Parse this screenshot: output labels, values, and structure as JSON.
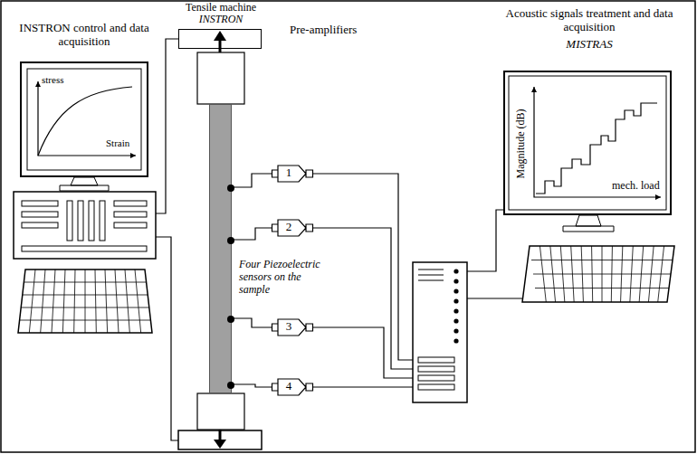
{
  "diagram": {
    "nodes": [
      {
        "text": [
          "INSTRON control and data acquisition",
          "stress",
          "Strain"
        ]
      },
      {
        "text": [
          "Tensile machine",
          "INSTRON"
        ]
      },
      {
        "text": [
          "Four Piezoelectric sensors on the sample"
        ]
      },
      {
        "text": [
          "1"
        ]
      },
      {
        "text": [
          "2"
        ]
      },
      {
        "text": [
          "3"
        ]
      },
      {
        "text": [
          "4"
        ]
      },
      {
        "text": [
          "Acoustic signals treatment and data acquisition",
          "MISTRAS",
          "Magnitude (dB)",
          "mech. load"
        ]
      }
    ],
    "edges": [
      {
        "from": 2,
        "to": 3,
        "arrow": "none"
      },
      {
        "from": 2,
        "to": 4,
        "arrow": "none"
      },
      {
        "from": 2,
        "to": 5,
        "arrow": "none"
      },
      {
        "from": 2,
        "to": 6,
        "arrow": "none"
      }
    ],
    "labels": [
      "Pre-amplifiers"
    ]
  }
}
